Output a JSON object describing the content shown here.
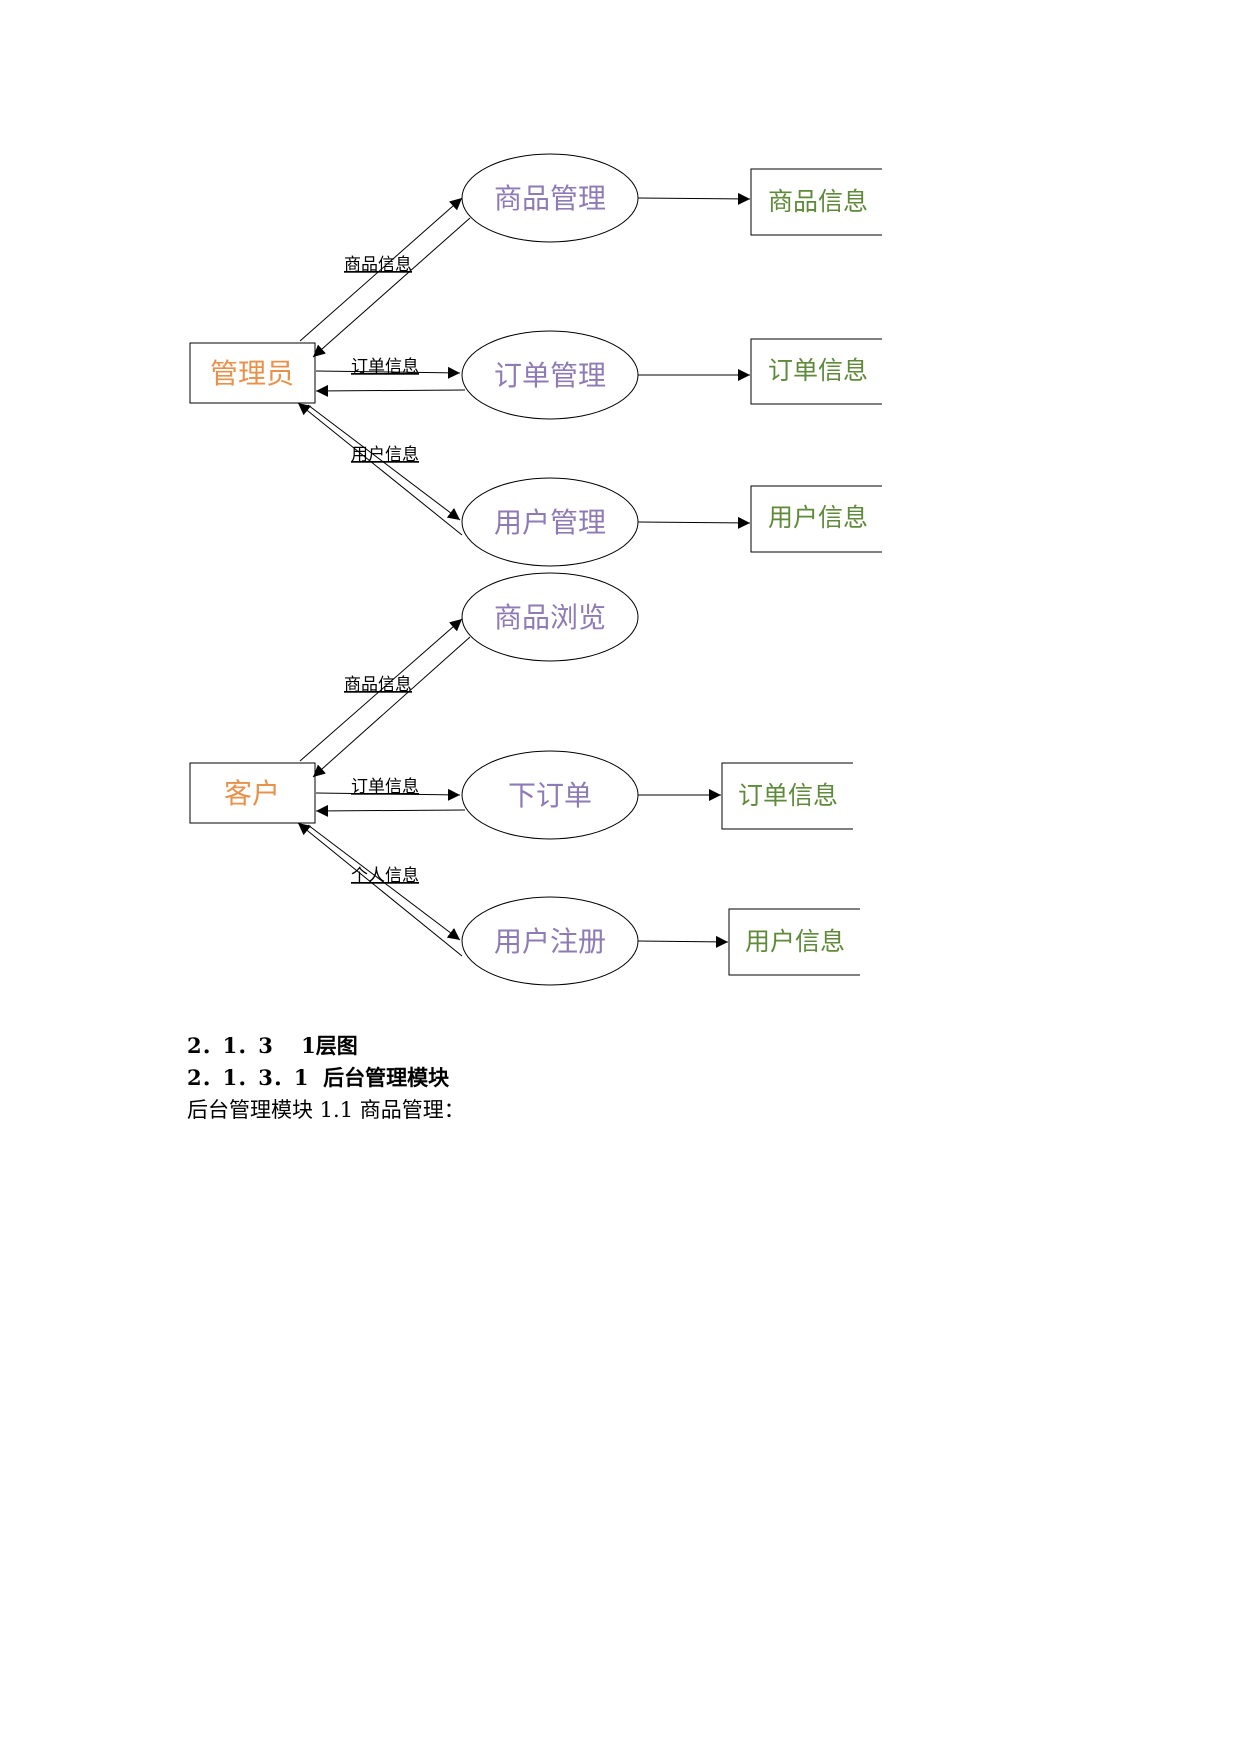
{
  "colors": {
    "entity_text": "#e8914a",
    "process_text": "#8e7bb5",
    "store_text": "#5f8a3a",
    "stroke": "#000000"
  },
  "admin_diagram": {
    "entity": "管理员",
    "processes": [
      "商品管理",
      "订单管理",
      "用户管理"
    ],
    "stores": [
      "商品信息",
      "订单信息",
      "用户信息"
    ],
    "flows": [
      "商品信息",
      "订单信息",
      "用户信息"
    ]
  },
  "customer_diagram": {
    "entity": "客户",
    "processes": [
      "商品浏览",
      "下订单",
      "用户注册"
    ],
    "stores": [
      "订单信息",
      "用户信息"
    ],
    "flows": [
      "商品信息",
      "订单信息",
      "个人信息"
    ]
  },
  "doc": {
    "heading1": "2．1．3　 1层图",
    "heading2": "2．1．3．1  后台管理模块",
    "paragraph": "后台管理模块 1.1 商品管理："
  }
}
